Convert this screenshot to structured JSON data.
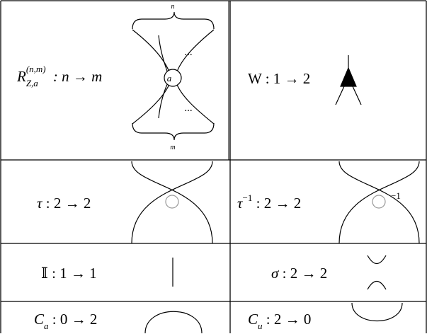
{
  "cells": {
    "r": {
      "symbol": "R",
      "superscript": "(n,m)",
      "subscript": "Z,a⃗",
      "signature": ": n → m",
      "top_brace_label": "n",
      "bottom_brace_label": "m",
      "node_label": "a⃗",
      "dots_top": "...",
      "dots_bottom": "..."
    },
    "w": {
      "symbol": "W",
      "signature": ": 1 → 2"
    },
    "tau": {
      "symbol": "τ",
      "signature": ": 2 → 2"
    },
    "tau_inv": {
      "symbol": "τ",
      "superscript": "−1",
      "signature": ": 2 → 2",
      "crossing_label": "−1"
    },
    "identity": {
      "symbol": "𝕀",
      "signature": ": 1 → 1"
    },
    "sigma": {
      "symbol": "σ",
      "signature": ": 2 → 2"
    },
    "cap": {
      "symbol": "C",
      "subscript": "a",
      "signature": ": 0 → 2"
    },
    "cup": {
      "symbol": "C",
      "subscript": "u",
      "signature": ": 2 → 0"
    }
  }
}
